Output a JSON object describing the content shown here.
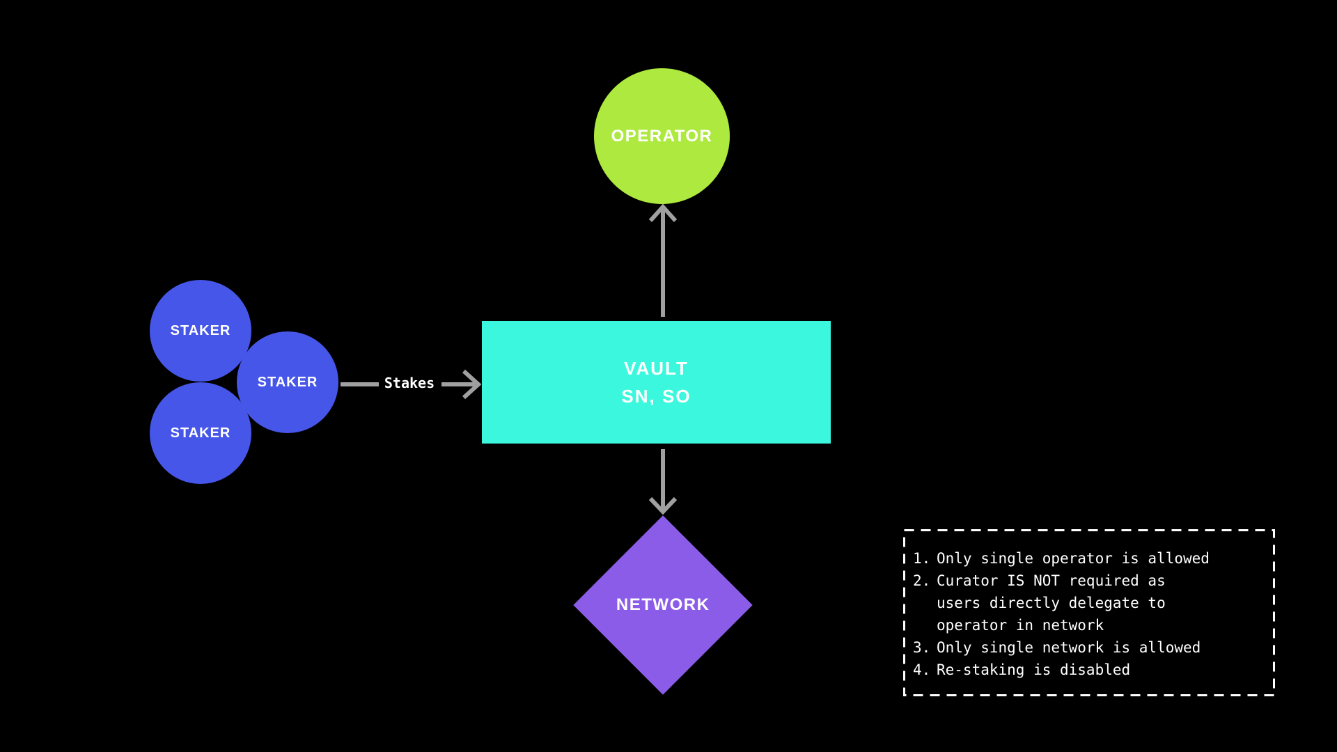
{
  "diagram": {
    "operator": {
      "label": "OPERATOR"
    },
    "stakers": [
      {
        "label": "STAKER"
      },
      {
        "label": "STAKER"
      },
      {
        "label": "STAKER"
      }
    ],
    "vault": {
      "title": "VAULT",
      "subtitle": "SN, SO"
    },
    "network": {
      "label": "NETWORK"
    },
    "stakes_arrow": {
      "label": "Stakes"
    },
    "notes": {
      "items": [
        {
          "num": "1.",
          "text": "Only single operator is allowed"
        },
        {
          "num": "2.",
          "text": "Curator IS NOT required as\nusers directly delegate to\noperator in network"
        },
        {
          "num": "3.",
          "text": "Only single network is allowed"
        },
        {
          "num": "4.",
          "text": "Re-staking is disabled"
        }
      ]
    },
    "colors": {
      "background": "#000000",
      "operator_fill": "#ade93e",
      "staker_fill": "#4656e8",
      "vault_fill": "#3bf7de",
      "network_fill": "#8b5ce8",
      "arrow": "#a0a0a0",
      "text": "#ffffff"
    }
  }
}
